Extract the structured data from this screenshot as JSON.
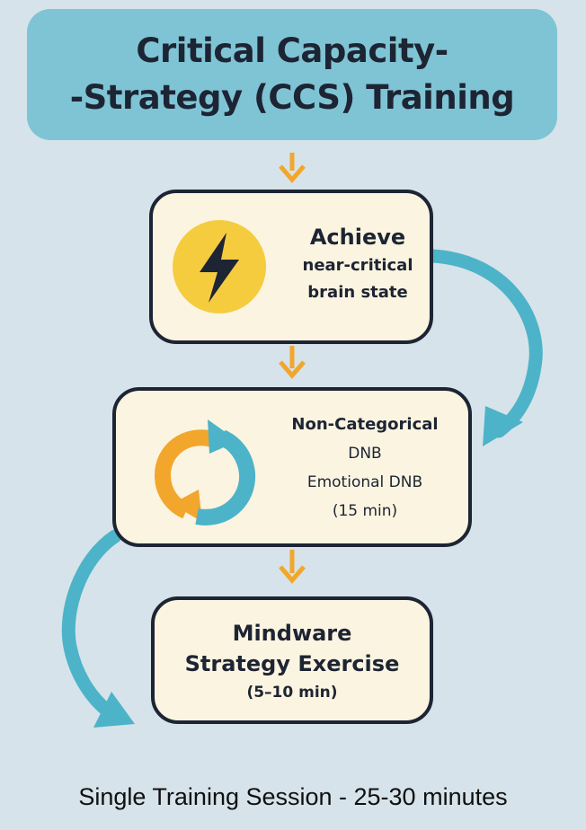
{
  "title": {
    "line1": "Critical Capacity-",
    "line2": "-Strategy (CCS) Training"
  },
  "steps": [
    {
      "icon": "lightning-bolt-icon",
      "heading": "Achieve",
      "lines": [
        "near-critical",
        "brain state"
      ]
    },
    {
      "icon": "cycle-arrows-icon",
      "lines": [
        "Non-Categorical",
        "DNB",
        "Emotional DNB",
        "(15 min)"
      ]
    },
    {
      "heading_lines": [
        "Mindware",
        "Strategy Exercise"
      ],
      "duration": "(5–10 min)"
    }
  ],
  "footer": "Single Training Session - 25-30 minutes",
  "colors": {
    "background": "#d6e3ea",
    "title_box": "#7fc4d4",
    "step_box": "#fbf4e0",
    "outline": "#1d2433",
    "arrow_orange": "#f2a62c",
    "arrow_teal": "#4db3c8",
    "bolt_circle": "#f4cc3e"
  }
}
